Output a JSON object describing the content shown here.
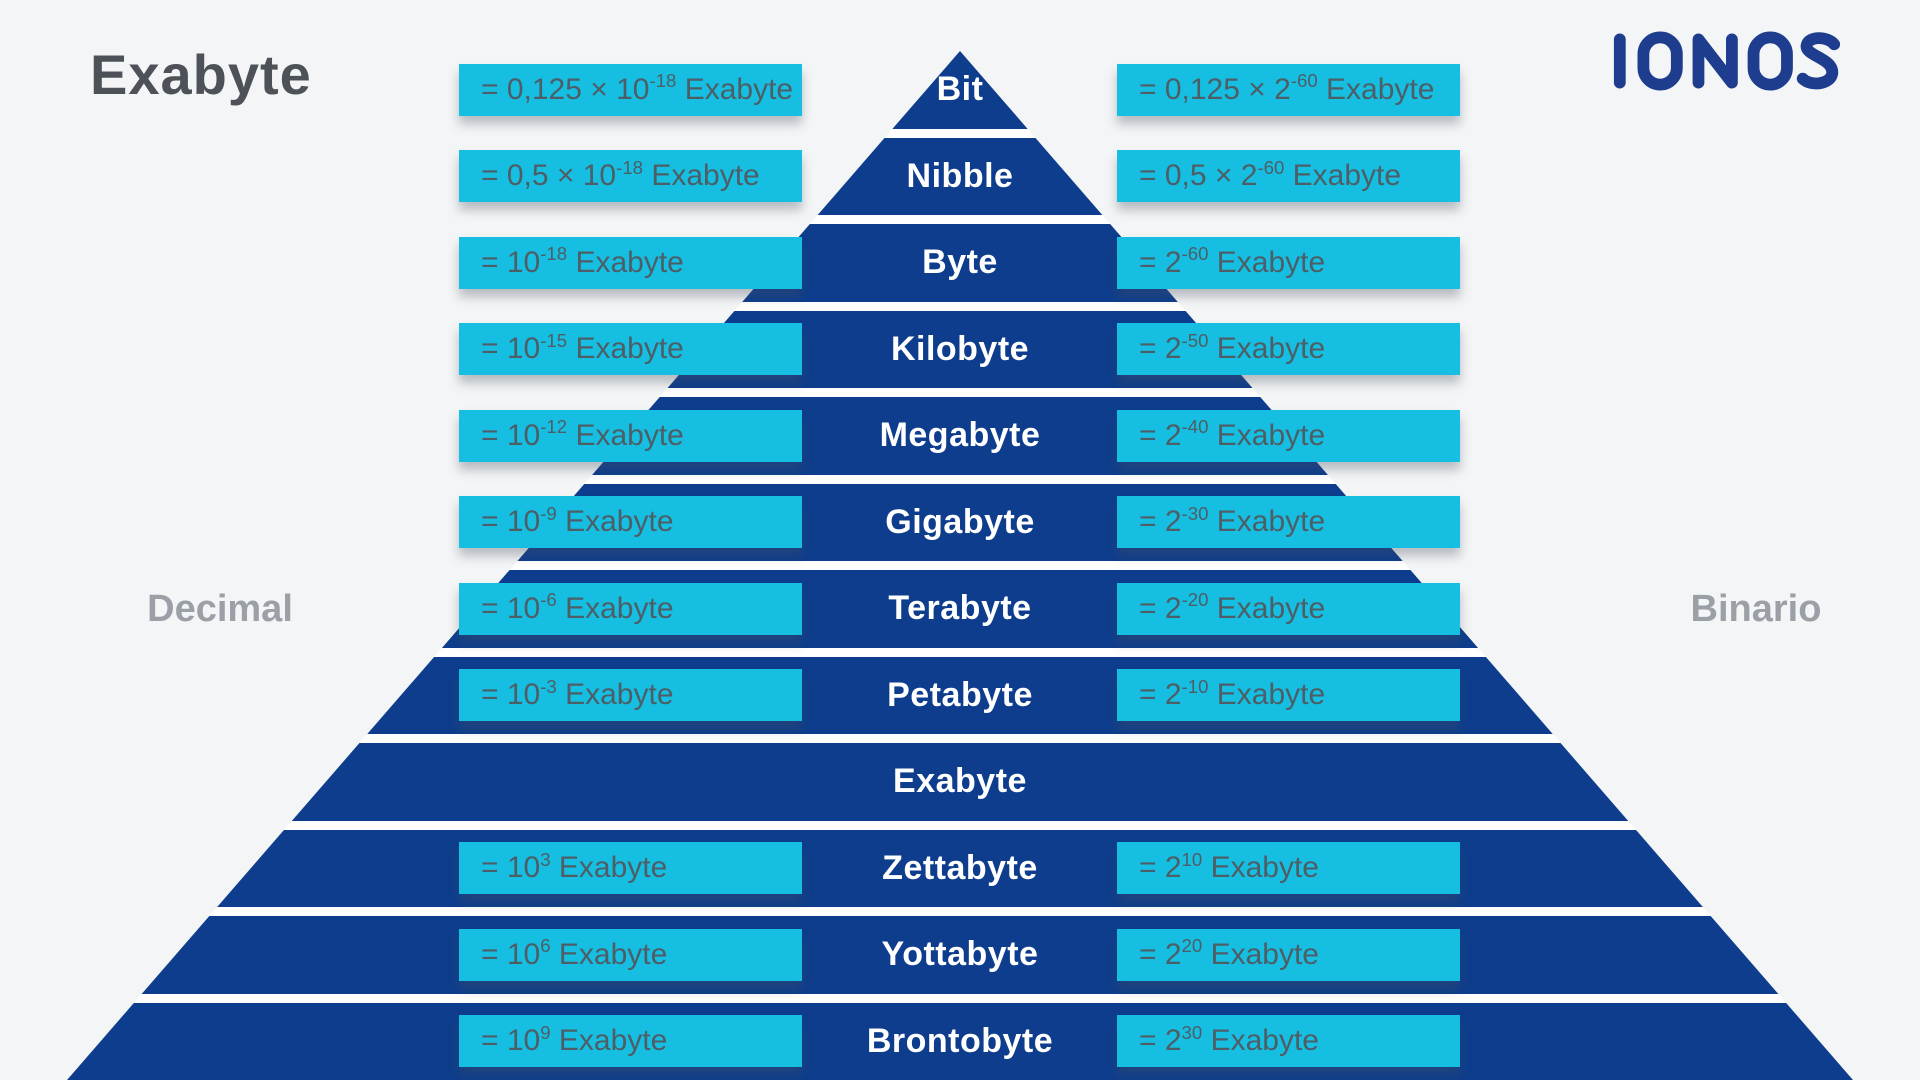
{
  "page": {
    "title": "Exabyte",
    "left_axis": "Decimal",
    "right_axis": "Binario",
    "logo": "IONOS"
  },
  "colors": {
    "navy": "#0d3d8c",
    "cyan": "#16bfe1",
    "bg": "#f4f5f6",
    "box-text": "#4d5e66",
    "title": "#4c5257",
    "axis": "#9aa0a6",
    "logo": "#1e3d8e"
  },
  "pyramid": {
    "rows": [
      {
        "name": "Bit",
        "decimal": {
          "pre": "= 0,125 × 10",
          "exp": "-18",
          "post": " Exabyte"
        },
        "binary": {
          "pre": "= 0,125 × 2",
          "exp": "-60",
          "post": " Exabyte"
        }
      },
      {
        "name": "Nibble",
        "decimal": {
          "pre": "= 0,5 × 10",
          "exp": "-18",
          "post": " Exabyte"
        },
        "binary": {
          "pre": "= 0,5 × 2",
          "exp": "-60",
          "post": " Exabyte"
        }
      },
      {
        "name": "Byte",
        "decimal": {
          "pre": "= 10",
          "exp": "-18",
          "post": " Exabyte"
        },
        "binary": {
          "pre": "= 2",
          "exp": "-60",
          "post": " Exabyte"
        }
      },
      {
        "name": "Kilobyte",
        "decimal": {
          "pre": "= 10",
          "exp": "-15",
          "post": " Exabyte"
        },
        "binary": {
          "pre": "= 2",
          "exp": "-50",
          "post": " Exabyte"
        }
      },
      {
        "name": "Megabyte",
        "decimal": {
          "pre": "= 10",
          "exp": "-12",
          "post": " Exabyte"
        },
        "binary": {
          "pre": "= 2",
          "exp": "-40",
          "post": " Exabyte"
        }
      },
      {
        "name": "Gigabyte",
        "decimal": {
          "pre": "= 10",
          "exp": "-9",
          "post": " Exabyte"
        },
        "binary": {
          "pre": "= 2",
          "exp": "-30",
          "post": " Exabyte"
        }
      },
      {
        "name": "Terabyte",
        "decimal": {
          "pre": "= 10",
          "exp": "-6",
          "post": " Exabyte"
        },
        "binary": {
          "pre": "= 2",
          "exp": "-20",
          "post": " Exabyte"
        }
      },
      {
        "name": "Petabyte",
        "decimal": {
          "pre": "= 10",
          "exp": "-3",
          "post": " Exabyte"
        },
        "binary": {
          "pre": "= 2",
          "exp": "-10",
          "post": " Exabyte"
        }
      },
      {
        "name": "Exabyte",
        "decimal": null,
        "binary": null
      },
      {
        "name": "Zettabyte",
        "decimal": {
          "pre": "= 10",
          "exp": "3",
          "post": " Exabyte"
        },
        "binary": {
          "pre": "= 2",
          "exp": "10",
          "post": " Exabyte"
        }
      },
      {
        "name": "Yottabyte",
        "decimal": {
          "pre": "= 10",
          "exp": "6",
          "post": " Exabyte"
        },
        "binary": {
          "pre": "= 2",
          "exp": "20",
          "post": " Exabyte"
        }
      },
      {
        "name": "Brontobyte",
        "decimal": {
          "pre": "= 10",
          "exp": "9",
          "post": " Exabyte"
        },
        "binary": {
          "pre": "= 2",
          "exp": "30",
          "post": " Exabyte"
        }
      }
    ]
  },
  "layout_hint": {
    "decimal_column_side": "left",
    "binary_column_side": "right"
  }
}
